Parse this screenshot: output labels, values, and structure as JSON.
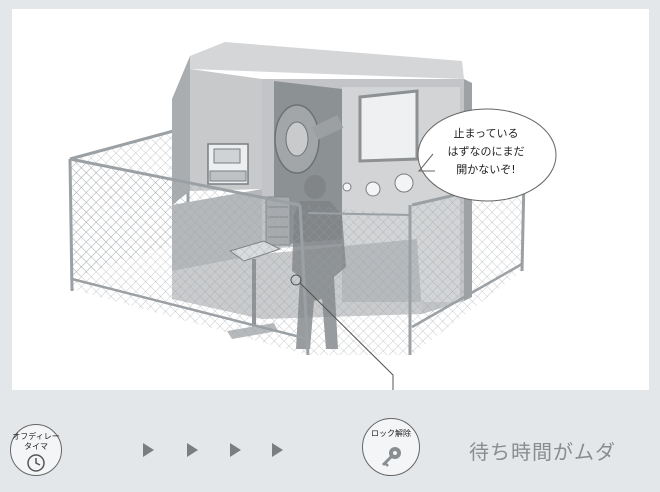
{
  "speech_bubble": {
    "line1": "止まっている",
    "line2": "はずなのにまだ",
    "line3": "開かないぞ!"
  },
  "timer_badge": {
    "label": "オフディレー\nタイマ",
    "icon": "clock-icon"
  },
  "lock_badge": {
    "label": "ロック解除",
    "icon": "key-icon"
  },
  "flow_arrows": [
    "arrow",
    "arrow",
    "arrow",
    "arrow"
  ],
  "caption": "待ち時間がムダ",
  "colors": {
    "background": "#e4e7ea",
    "scene": "#ffffff",
    "machine": "#b9bcbf",
    "worker_silhouette": "#7f8386",
    "caption_text": "#8a8c8f"
  }
}
